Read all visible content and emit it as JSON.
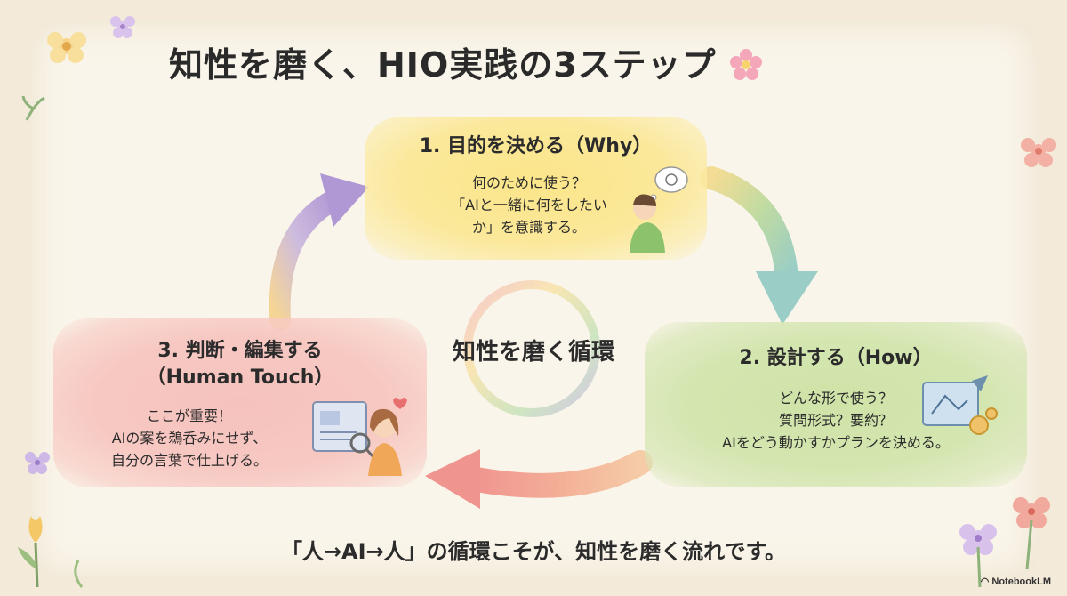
{
  "title": "知性を磨く、HIO実践の3ステップ",
  "center_label": "知性を磨く循環",
  "steps": [
    {
      "heading": "1. 目的を決める（Why）",
      "body": "何のために使う？\n「AIと一緒に何をしたい\nか」を意識する。",
      "color": "#fbe68a"
    },
    {
      "heading": "2. 設計する（How）",
      "body": "どんな形で使う？\n質問形式？要約？\nAIをどう動かすかプランを決める。",
      "color": "#cfe3a8"
    },
    {
      "heading_line1": "3. 判断・編集する",
      "heading_line2": "（Human Touch）",
      "body": "ここが重要！\nAIの案を鵜呑みにせず、\n自分の言葉で仕上げる。",
      "color": "#f6c2bd"
    }
  ],
  "footer": "「人→AI→人」の循環こそが、知性を磨く流れです。",
  "brand": "NotebookLM"
}
